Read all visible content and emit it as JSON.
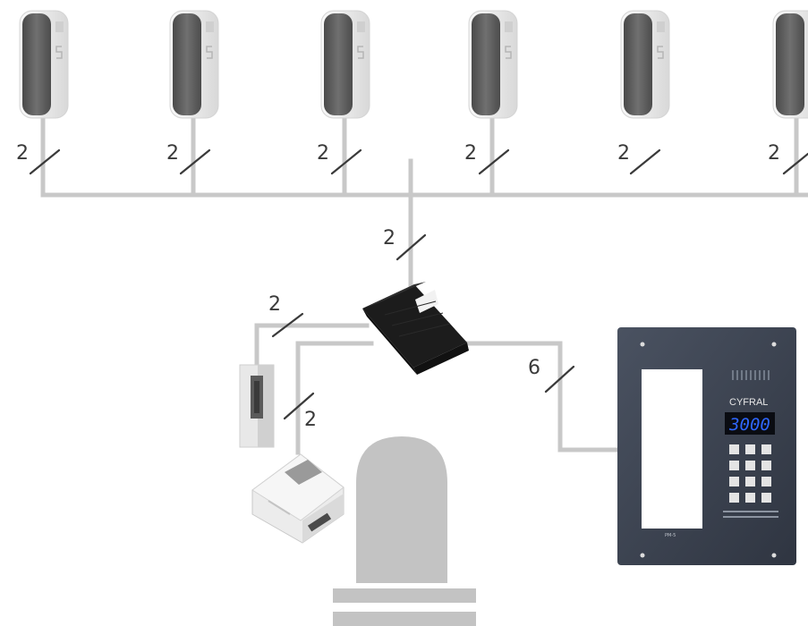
{
  "wire_counts": {
    "intercom_1": "2",
    "intercom_2": "2",
    "intercom_3": "2",
    "intercom_4": "2",
    "intercom_5": "2",
    "intercom_6": "2",
    "riser": "2",
    "door_strike": "2",
    "power_supply": "2",
    "door_panel": "6"
  },
  "door_panel": {
    "brand": "CYFRAL",
    "display": "3000",
    "footer_text": "PM-5"
  },
  "colors": {
    "wire": "#c8c8c8",
    "handset_dark": "#5f5f5f",
    "panel": "#3b4350",
    "display_text": "#2f67ff"
  }
}
